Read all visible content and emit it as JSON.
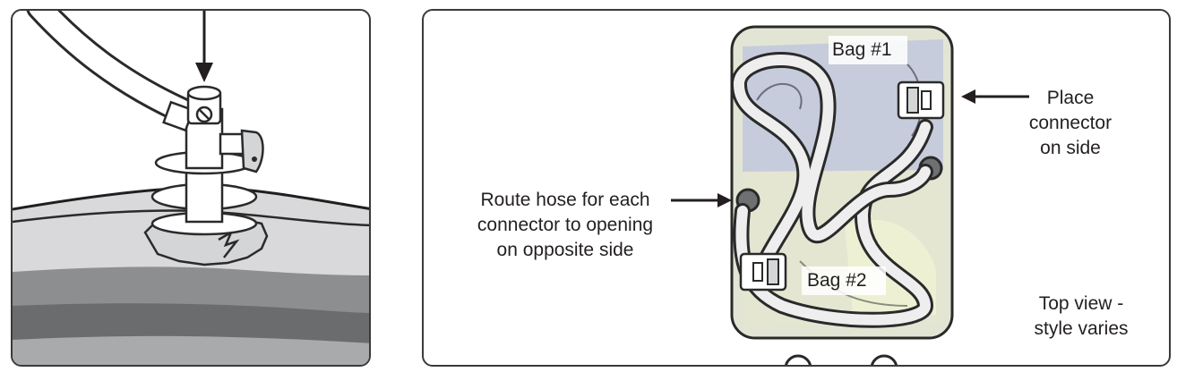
{
  "left_panel": {},
  "right_panel": {
    "bag1_label": "Bag #1",
    "bag2_label": "Bag #2",
    "callout_place": [
      "Place",
      "connector",
      "on side"
    ],
    "callout_route": [
      "Route hose for each",
      "connector to opening",
      "on opposite side"
    ],
    "view_note": [
      "Top view -",
      "style varies"
    ]
  }
}
